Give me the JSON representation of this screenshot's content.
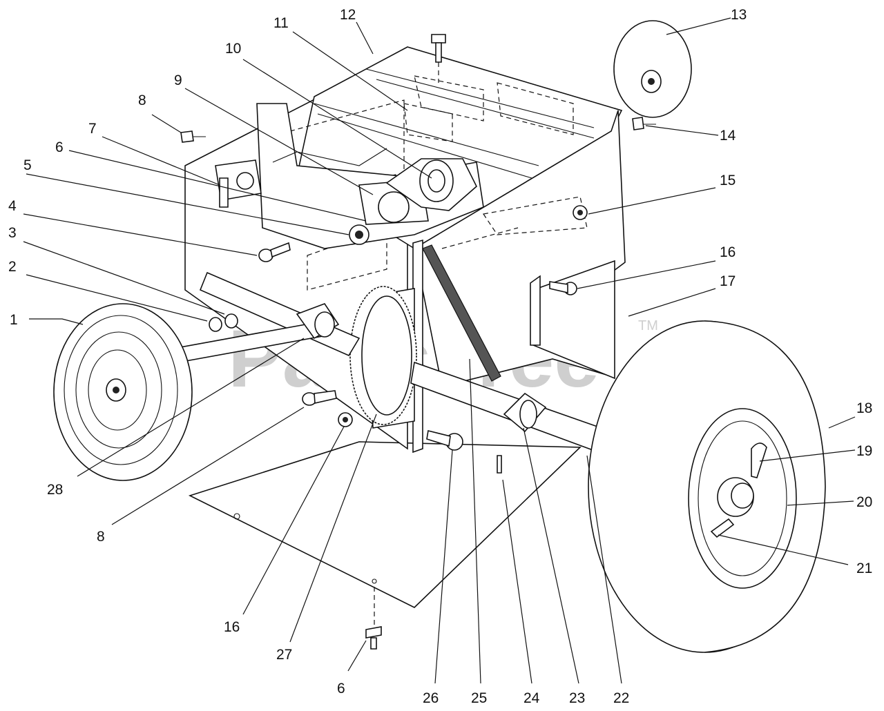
{
  "diagram": {
    "watermark": "PartsTree",
    "watermark_tm": "TM",
    "callouts": [
      "1",
      "2",
      "3",
      "4",
      "5",
      "6",
      "7",
      "8",
      "9",
      "10",
      "11",
      "12",
      "13",
      "14",
      "15",
      "16",
      "17",
      "18",
      "19",
      "20",
      "21",
      "22",
      "23",
      "24",
      "25",
      "26",
      "27",
      "28",
      "8",
      "16",
      "6"
    ]
  }
}
